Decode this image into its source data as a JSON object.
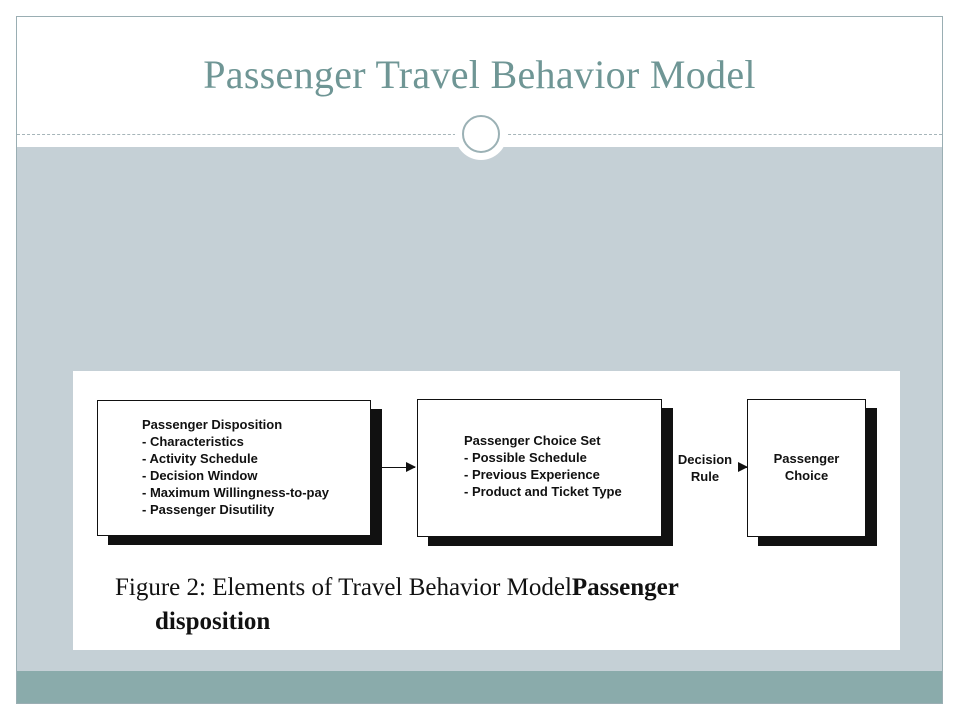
{
  "slide": {
    "title": "Passenger Travel Behavior Model"
  },
  "figure": {
    "disposition_box": {
      "heading": "Passenger Disposition",
      "items": [
        "- Characteristics",
        "- Activity Schedule",
        "- Decision Window",
        "- Maximum Willingness-to-pay",
        "- Passenger Disutility"
      ]
    },
    "choice_set_box": {
      "heading": "Passenger Choice Set",
      "items": [
        "- Possible Schedule",
        "- Previous Experience",
        "- Product and Ticket Type"
      ]
    },
    "decision_rule": {
      "line1": "Decision",
      "line2": "Rule"
    },
    "choice_box": {
      "line1": "Passenger",
      "line2": "Choice"
    },
    "caption": {
      "normal": "Figure 2: Elements of Travel Behavior Model",
      "bold_inline": "Passenger",
      "bold_line2": "disposition"
    }
  },
  "theme": {
    "title_color": "#6f9695",
    "band_color": "#c5d0d6",
    "footer_color": "#8aabab"
  }
}
